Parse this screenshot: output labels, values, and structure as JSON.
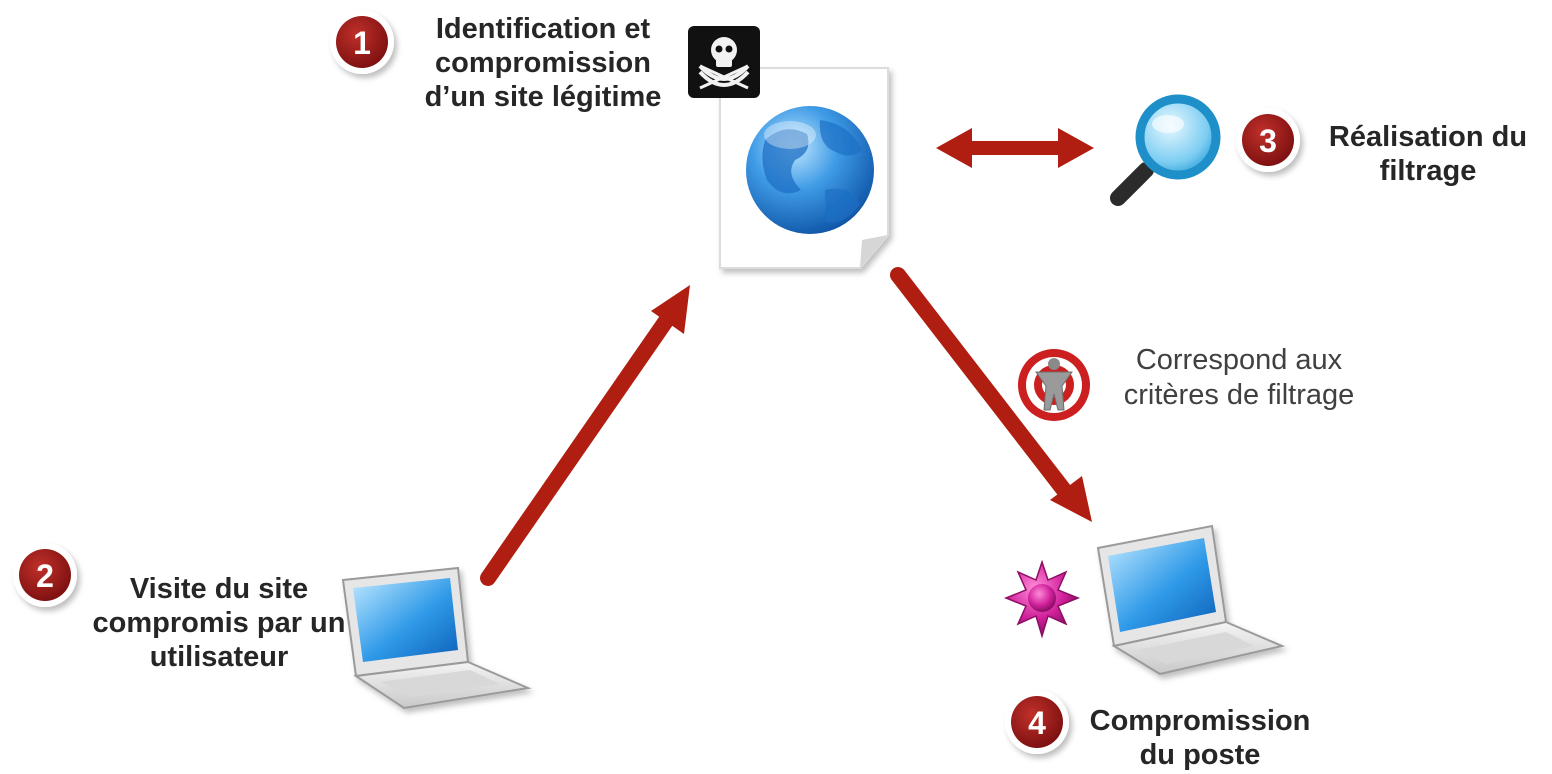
{
  "steps": [
    {
      "number": "1",
      "lines": [
        "Identification et",
        "compromission",
        "d’un site légitime"
      ]
    },
    {
      "number": "2",
      "lines": [
        "Visite du site",
        "compromis par un",
        "utilisateur"
      ]
    },
    {
      "number": "3",
      "lines": [
        "Réalisation du",
        "filtrage"
      ]
    },
    {
      "number": "4",
      "lines": [
        "Compromission",
        "du poste"
      ]
    }
  ],
  "criteria": {
    "lines": [
      "Correspond aux",
      "critères de filtrage"
    ]
  },
  "colors": {
    "arrow": "#b01e12",
    "badge": "#8e1414",
    "text": "#262626"
  },
  "icons": [
    "pirate-flag-icon",
    "web-page-globe-icon",
    "magnifier-icon",
    "target-person-icon",
    "malware-virus-icon",
    "laptop-icon"
  ]
}
